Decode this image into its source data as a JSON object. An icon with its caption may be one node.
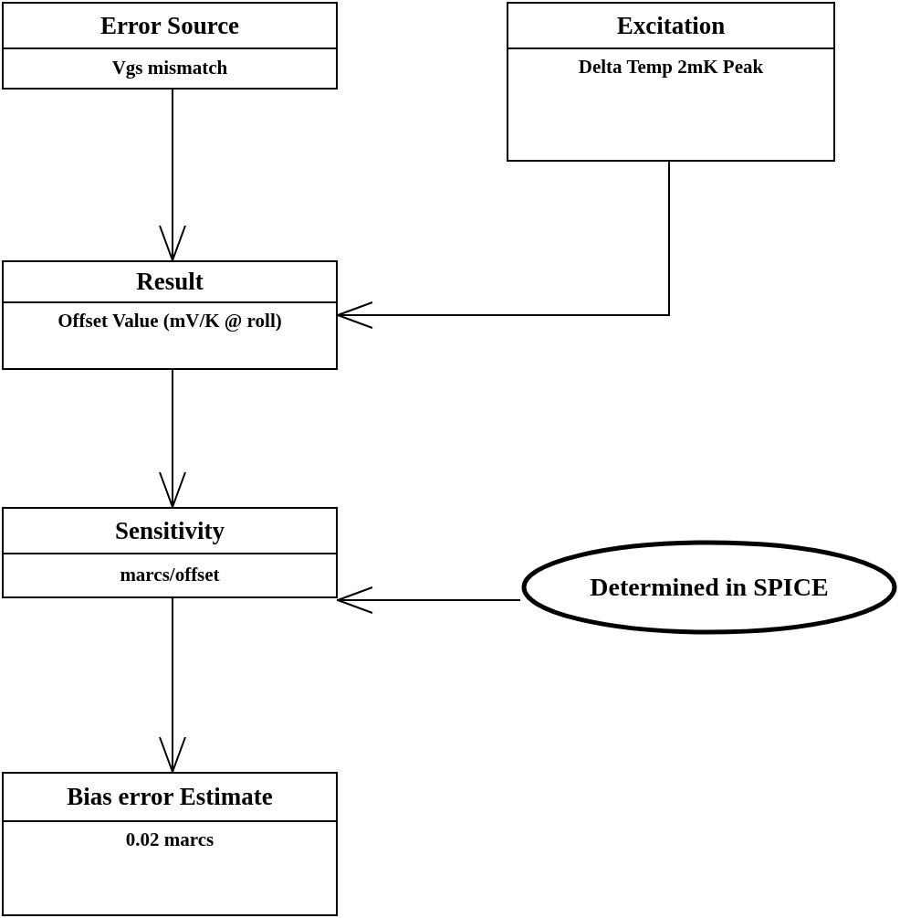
{
  "diagram": {
    "nodes": [
      {
        "text": [
          "Error Source",
          "Vgs mismatch"
        ]
      },
      {
        "text": [
          "Excitation",
          "Delta Temp 2mK Peak"
        ]
      },
      {
        "text": [
          "Result",
          "Offset Value (mV/K @ roll)"
        ]
      },
      {
        "text": [
          "Sensitivity",
          "marcs/offset"
        ]
      },
      {
        "text": [
          "Determined in SPICE"
        ]
      },
      {
        "text": [
          "Bias error Estimate",
          "0.02 marcs"
        ]
      }
    ],
    "edges": [
      {
        "from": 0,
        "to": 2,
        "arrow": "to"
      },
      {
        "from": 1,
        "to": 2,
        "arrow": "to"
      },
      {
        "from": 2,
        "to": 3,
        "arrow": "to"
      },
      {
        "from": 4,
        "to": 3,
        "arrow": "to"
      },
      {
        "from": 3,
        "to": 5,
        "arrow": "to"
      }
    ]
  }
}
